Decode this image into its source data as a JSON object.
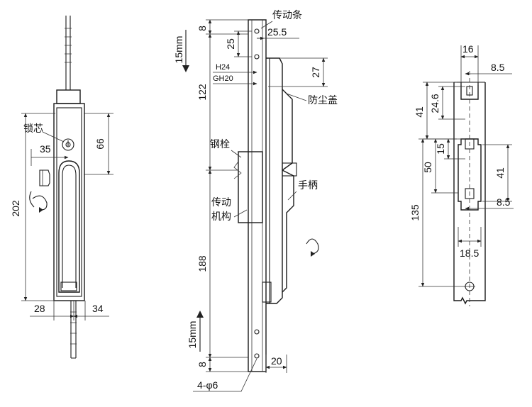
{
  "labels": {
    "lock_core": "锁芯",
    "drive_bar": "传动条",
    "dust_cover": "防尘盖",
    "steel_bolt": "钢栓",
    "drive_mechanism_1": "传动",
    "drive_mechanism_2": "机构",
    "handle": "手柄"
  },
  "front_view": {
    "dim_66": "66",
    "dim_35": "35",
    "dim_202": "202",
    "dim_28": "28",
    "dim_34": "34"
  },
  "side_view": {
    "dim_8_top": "8",
    "dim_15mm_top": "15mm",
    "dim_25": "25",
    "dim_25_5": "25.5",
    "dim_h24": "H24",
    "dim_gh20": "GH20",
    "dim_27": "27",
    "dim_122": "122",
    "dim_188": "188",
    "dim_15mm_bottom": "15mm",
    "dim_8_bottom": "8",
    "dim_20": "20",
    "dim_holes": "4-φ6"
  },
  "bar_view": {
    "dim_16": "16",
    "dim_8_5_top": "8.5",
    "dim_41_left": "41",
    "dim_24_6": "24.6",
    "dim_15": "15",
    "dim_50": "50",
    "dim_41_right": "41",
    "dim_8_5_bottom": "8.5",
    "dim_135": "135",
    "dim_18_5": "18.5"
  }
}
